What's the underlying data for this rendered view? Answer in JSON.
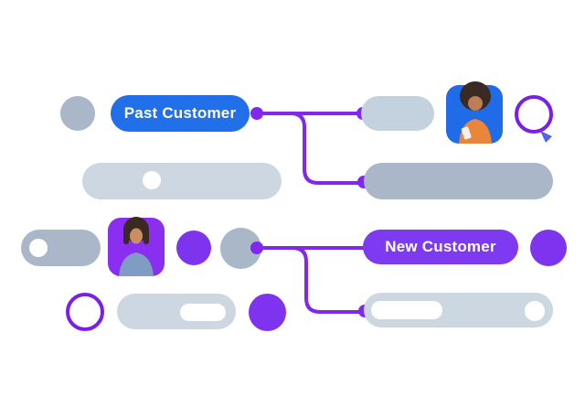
{
  "labels": {
    "past_customer": "Past Customer",
    "new_customer": "New Customer"
  },
  "colors": {
    "blue": "#2270e9",
    "purple_pill": "#7d3af0",
    "purple_shape": "#7e34ee",
    "purple_ring": "#7c1ee9",
    "connector": "#8227ec",
    "gray_light": "#ccd7e2",
    "gray_mid": "#c4d1df",
    "gray_dark": "#a9b7c9",
    "white": "#ffffff",
    "avatar1_bg": "#1f6be8",
    "avatar2_bg": "#8a2ff0",
    "cursor_blue": "#4f63ea"
  },
  "avatars": {
    "top": {
      "name": "woman with afro hair in orange shirt holding phone"
    },
    "middle": {
      "name": "woman with bob haircut in denim shirt"
    }
  }
}
